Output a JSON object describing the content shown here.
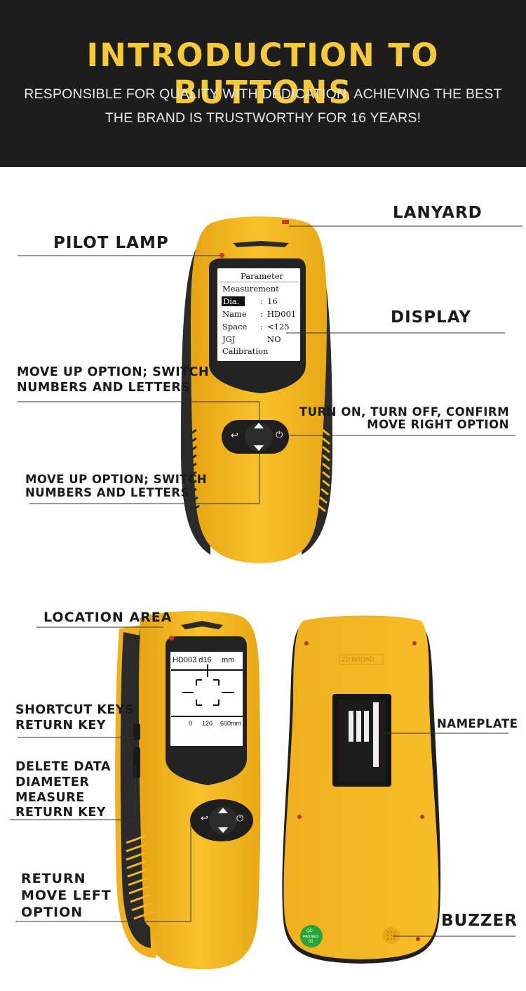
{
  "header": {
    "title": "INTRODUCTION TO BUTTONS",
    "line1": "RESPONSIBLE FOR QUALITY WITH DEDICATION, ACHIEVING THE BEST",
    "line2": "THE BRAND IS TRUSTWORTHY FOR 16 YEARS!"
  },
  "labels": {
    "lanyard": "LANYARD",
    "pilot_lamp": "PILOT LAMP",
    "display": "DISPLAY",
    "move_up_1a": "MOVE UP OPTION; SWITCH",
    "move_up_1b": "NUMBERS AND LETTERS",
    "turn_on_a": "TURN ON, TURN OFF, CONFIRM",
    "turn_on_b": "MOVE RIGHT OPTION",
    "move_up_2a": "MOVE UP OPTION; SWITCH",
    "move_up_2b": "NUMBERS AND LETTERS",
    "location_area": "LOCATION AREA",
    "shortcut_a": "SHORTCUT KEYS",
    "shortcut_b": "RETURN KEY",
    "delete_a": "DELETE DATA",
    "delete_b": "DIAMETER",
    "delete_c": "MEASURE",
    "delete_d": "RETURN KEY",
    "return_a": "RETURN",
    "return_b": "MOVE LEFT",
    "return_c": "OPTION",
    "nameplate": "NAMEPLATE",
    "buzzer": "BUZZER"
  },
  "screen1": {
    "title": "Parameter",
    "rows": [
      {
        "k": "Measurement",
        "v": ""
      },
      {
        "k": "Dia.",
        "v": "16"
      },
      {
        "k": "Name",
        "v": "HD001"
      },
      {
        "k": "Space",
        "v": "<125"
      },
      {
        "k": "JGJ",
        "v": "NO"
      },
      {
        "k": "Calibration",
        "v": ""
      }
    ]
  },
  "screen2": {
    "top": "HD003  d16",
    "unit": "mm",
    "scale_0": "0",
    "scale_1": "120",
    "scale_2": "600mm"
  },
  "back": {
    "brand": "ZD BROAD",
    "qc_a": "QC",
    "qc_b": "PASSED",
    "qc_c": "01"
  },
  "colors": {
    "body_yellow": "#f5b51e",
    "title_gold": "#f5c93a",
    "rubber_dark": "#2a2a2a"
  }
}
